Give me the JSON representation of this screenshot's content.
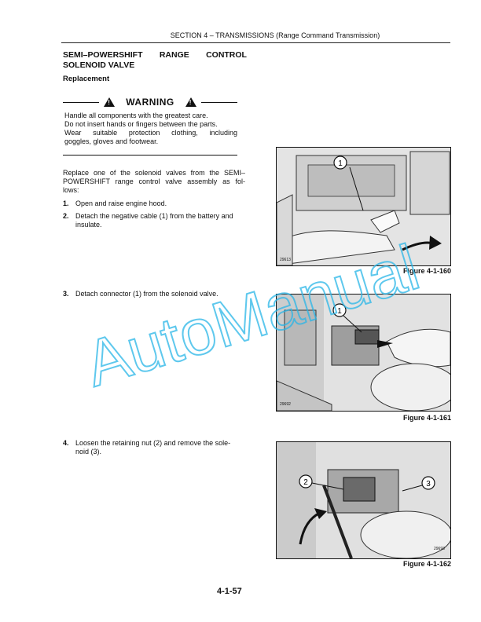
{
  "header": {
    "section": "SECTION 4 – TRANSMISSIONS (Range Command Transmission)"
  },
  "title": {
    "w1": "SEMI–POWERSHIFT",
    "w2": "RANGE",
    "w3": "CONTROL",
    "line2": "SOLENOID VALVE"
  },
  "subtitle": "Replacement",
  "warning": {
    "label": "WARNING",
    "line1": "Handle all components with the greatest care.",
    "line2": "Do not insert hands or fingers between the parts.",
    "line3": "Wear suitable protection clothing, including",
    "line4": "goggles, gloves and footwear."
  },
  "intro": {
    "line1": "Replace one of the solenoid valves from the SEMI–",
    "line2": "POWERSHIFT range control valve assembly as fol-",
    "line3": "lows:"
  },
  "steps": [
    {
      "num": "1.",
      "line1": "Open and raise engine hood.",
      "line2": ""
    },
    {
      "num": "2.",
      "line1": "Detach the negative cable (1) from the battery and",
      "line2": "insulate."
    },
    {
      "num": "3.",
      "line1": "Detach connector (1) from the solenoid valve.",
      "line2": ""
    },
    {
      "num": "4.",
      "line1": "Loosen the retaining nut (2) and remove the sole-",
      "line2": "noid (3)."
    }
  ],
  "figures": [
    {
      "ref": "29613",
      "caption": "Figure 4-1-160",
      "callouts": [
        "1"
      ]
    },
    {
      "ref": "29692",
      "caption": "Figure 4-1-161",
      "callouts": [
        "1"
      ]
    },
    {
      "ref": "29693",
      "caption": "Figure 4-1-162",
      "callouts": [
        "2",
        "3"
      ]
    }
  ],
  "page_number": "4-1-57",
  "watermark": {
    "text": "AutoManual",
    "color": "#29b6e8"
  }
}
